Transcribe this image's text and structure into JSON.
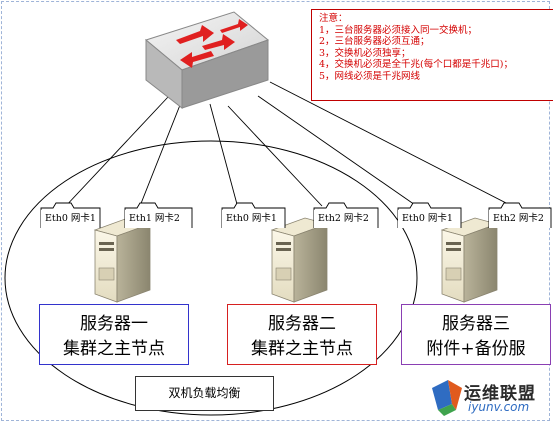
{
  "notes": {
    "title": "注意：",
    "items": [
      "1，三台服务器必须接入同一交换机；",
      "2，三台服务器必须互通；",
      "3，交换机必须独享；",
      "4，交换机必须是全千兆(每个口都是千兆口)；",
      "5，网线必须是千兆网线"
    ]
  },
  "servers": [
    {
      "nic_left": "Eth0  网卡1",
      "nic_right": "Eth1  网卡2",
      "label_line1": "服务器一",
      "label_line2": "集群之主节点",
      "border_color": "#3333cc"
    },
    {
      "nic_left": "Eth0  网卡1",
      "nic_right": "Eth2  网卡2",
      "label_line1": "服务器二",
      "label_line2": "集群之主节点",
      "border_color": "#d62020"
    },
    {
      "nic_left": "Eth0  网卡1",
      "nic_right": "Eth2  网卡2",
      "label_line1": "服务器三",
      "label_line2": "附件+备份服",
      "border_color": "#8a3fb3"
    }
  ],
  "load_balance_label": "双机负载均衡",
  "watermark": {
    "name": "运维联盟",
    "url": "iyunv.com"
  },
  "colors": {
    "switch_top": "#e6e6e6",
    "arrow": "#e02020",
    "note_text": "#d40000"
  }
}
